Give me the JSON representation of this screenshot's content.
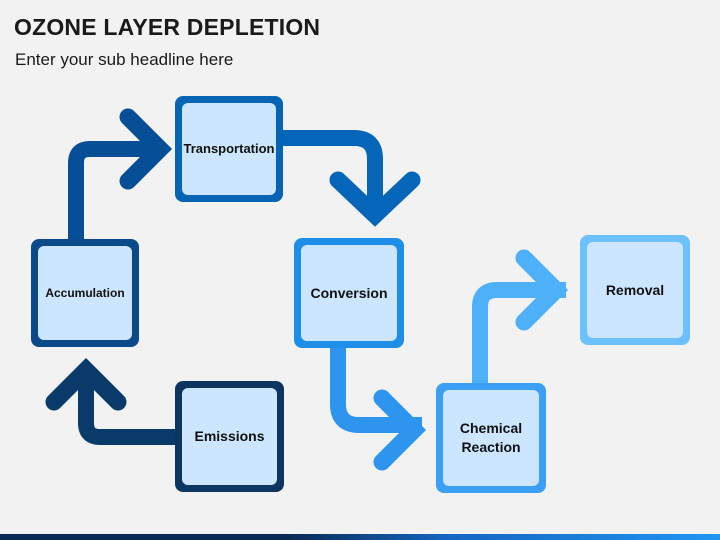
{
  "header": {
    "title": "OZONE LAYER DEPLETION",
    "subtitle": "Enter your sub headline here"
  },
  "steps": {
    "transportation": "Transportation",
    "accumulation": "Accumulation",
    "conversion": "Conversion",
    "removal": "Removal",
    "emissions": "Emissions",
    "chemical_reaction": "Chemical\nReaction"
  },
  "colors": {
    "emissions": "#0d3562",
    "accumulation": "#0a4a8a",
    "transportation": "#0564b3",
    "conversion": "#1e8fe8",
    "chemical_reaction": "#3ba0f5",
    "removal": "#6cc0fb",
    "box_fill": "#cce6ff"
  }
}
